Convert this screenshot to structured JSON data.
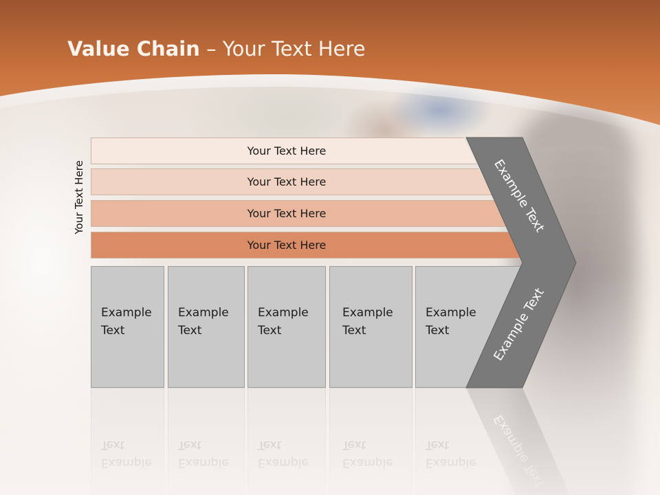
{
  "slide": {
    "title_strong": "Value Chain",
    "title_rest": " – Your Text Here",
    "side_label": "Your Text Here"
  },
  "bars": [
    {
      "label": "Your Text Here"
    },
    {
      "label": "Your Text Here"
    },
    {
      "label": "Your Text Here"
    },
    {
      "label": "Your Text Here"
    }
  ],
  "cells": [
    {
      "label": "Example Text"
    },
    {
      "label": "Example Text"
    },
    {
      "label": "Example Text"
    },
    {
      "label": "Example Text"
    },
    {
      "label": "Example Text"
    }
  ],
  "chevron": {
    "upper_label": "Example Text",
    "lower_label": "Example Text"
  },
  "colors": {
    "header_band": "#c8713c",
    "bar_1": "#f7e9e0",
    "bar_2": "#f0d3c2",
    "bar_3": "#e8b79d",
    "bar_4": "#d98c66",
    "cell_fill": "#c9c9c9",
    "chevron_fill": "#7a7a7a"
  }
}
